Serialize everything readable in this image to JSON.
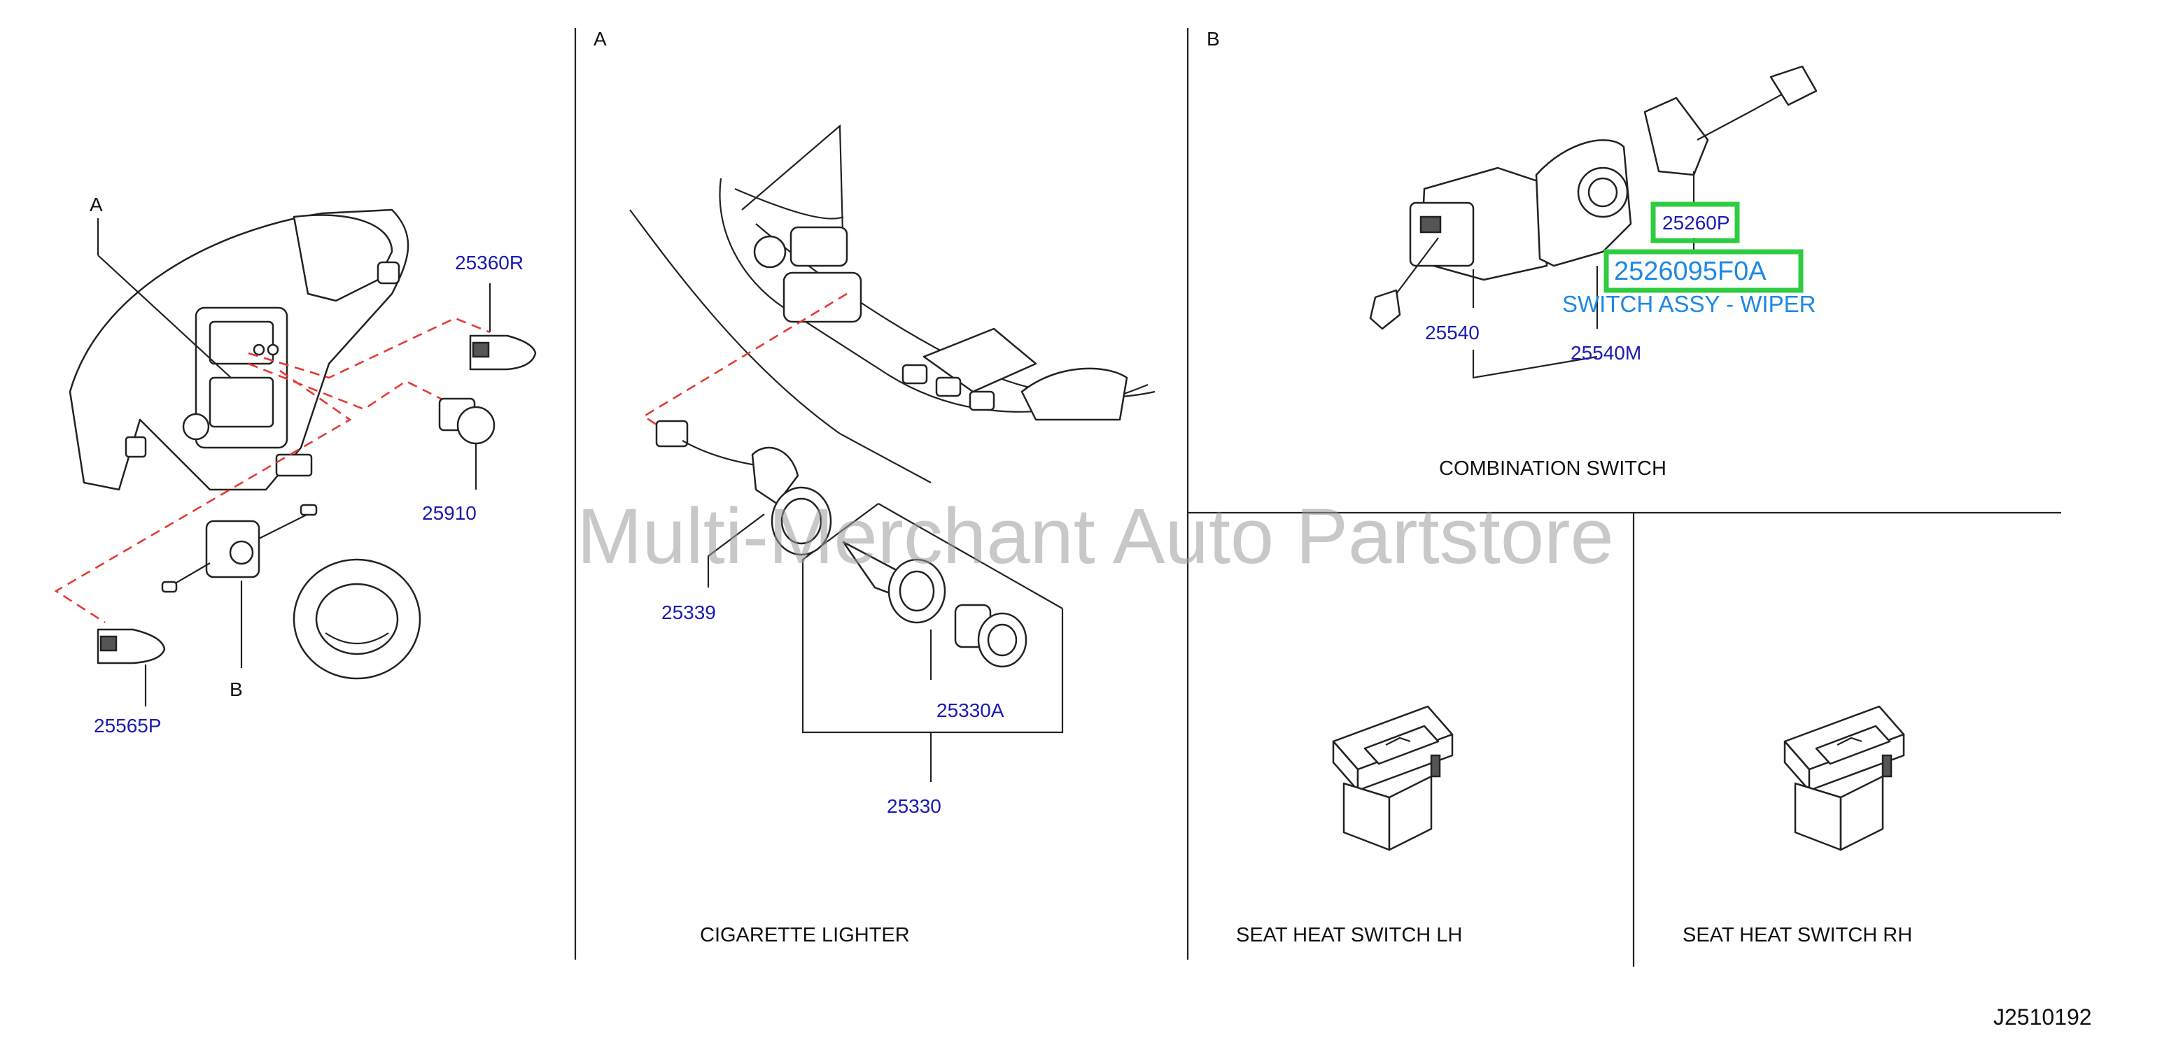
{
  "watermark": "Multi-Merchant Auto Partstore",
  "diagram_id": "J2510192",
  "sections": {
    "overview": {
      "label_a": "A",
      "label_b": "B"
    },
    "a": {
      "label": "A",
      "caption": "CIGARETTE   LIGHTER"
    },
    "b": {
      "label": "B",
      "caption": "COMBINATION   SWITCH"
    },
    "seat_lh": {
      "caption": "SEAT   HEAT   SWITCH   LH"
    },
    "seat_rh": {
      "caption": "SEAT   HEAT   SWITCH   RH"
    }
  },
  "parts": {
    "p25360R": "25360R",
    "p25910": "25910",
    "p25565P": "25565P",
    "p25339": "25339",
    "p25330A": "25330A",
    "p25330": "25330",
    "p25540": "25540",
    "p25540M": "25540M",
    "p25260P": "25260P",
    "highlight_part": "2526095F0A",
    "highlight_desc": "SWITCH ASSY - WIPER"
  },
  "colors": {
    "part_number": "#1a1ab4",
    "highlight_text": "#1e88e5",
    "highlight_box": "#2ecc40",
    "leader_dash": "#e53935"
  }
}
